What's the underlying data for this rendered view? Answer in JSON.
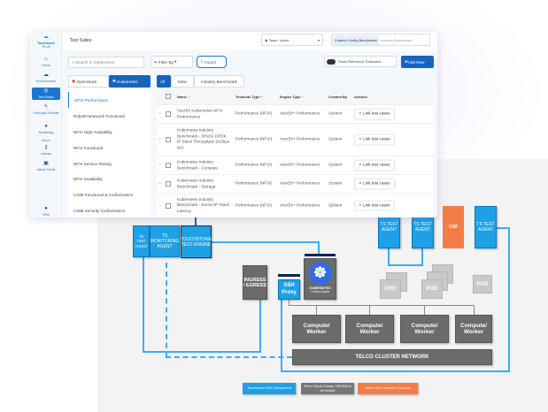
{
  "colors": {
    "touchstone": "#1ea0e6",
    "cluster": "#6b6b6b",
    "oran": "#f47c48",
    "accent": "#1976d2"
  },
  "app": {
    "logo": "Touchstone",
    "logo_sub": "TS-40",
    "page_title": "Test Suites"
  },
  "sidebar": {
    "items": [
      {
        "label": "Home",
        "icon": "home-icon"
      },
      {
        "label": "Environments",
        "icon": "cloud-icon"
      },
      {
        "label": "Test Suites",
        "icon": "test-suites-icon"
      },
      {
        "label": "Execution Results",
        "icon": "bolt-icon"
      },
      {
        "label": "Monitoring",
        "icon": "monitor-icon"
      },
      {
        "label": "License",
        "icon": "key-icon"
      },
      {
        "label": "Admin Portal",
        "icon": "calendar-icon"
      }
    ],
    "admin_label": "Admin",
    "help": "Help"
  },
  "header": {
    "team": "Team: Users",
    "toggle": [
      "Custom Config Benchmark",
      "Industry Benchmark"
    ]
  },
  "toolbar": {
    "search_placeholder": "Search in Kubernetes",
    "filter": "Filter By",
    "import": "Import",
    "show_ref": "Show Reference Testsuites",
    "add_new": "Add New"
  },
  "platform_tabs": [
    "OpenStack",
    "Kubernetes"
  ],
  "scope_tabs": [
    "All",
    "Mine",
    "Industry Benchmark"
  ],
  "categories": [
    "NFVI Performance",
    "RobotFramework Functional",
    "NFVI High Availability",
    "NFVI Functional",
    "NFVI Service Testing",
    "NFVI Scalability",
    "CISM Functional & Conformance",
    "CISM Security Conformance"
  ],
  "table": {
    "columns": [
      "Name",
      "Testsuite Type",
      "Engine Type",
      "Created By",
      "Actions"
    ],
    "rows": [
      {
        "name": "VoerEir Kubernetes NFVI Performance",
        "type": "Performance (NFVI)",
        "engine": "VoerEir+ Performance",
        "by": "System",
        "action": "Link test cases"
      },
      {
        "name": "Kubernetes Industry Benchmark - SRIOV DPDK IP Stack Throughput 10Gbps NIC",
        "type": "Performance (NFVI)",
        "engine": "VoerEir+ Performance",
        "by": "System",
        "action": "Link test cases"
      },
      {
        "name": "Kubernetes Industry Benchmark - Compute",
        "type": "Performance (NFVI)",
        "engine": "VoerEir+ Performance",
        "by": "System",
        "action": "Link test cases"
      },
      {
        "name": "Kubernetes Industry Benchmark - Storage",
        "type": "Performance (NFVI)",
        "engine": "VoerEir+ Performance",
        "by": "System",
        "action": "Link test cases"
      },
      {
        "name": "Kubernetes Industry Benchmark - Kernel IP Stack Latency",
        "type": "Performance (NFVI)",
        "engine": "VoerEir+ Performance",
        "by": "System",
        "action": "Link test cases"
      }
    ]
  },
  "diagram": {
    "ts_agent": "TS TEST AGENT",
    "monitoring": "TS MONITORING AGENT",
    "engine": "TOUCHSTONE TEST ENGINE",
    "ingress": "INGRESS / EGRESS",
    "ssh": "SSH Proxy",
    "k8s": "KUBERNETES",
    "k8s_sub": "Control plane",
    "cnf": "CNF",
    "pod": "POD",
    "compute": "Compute/ Worker",
    "network": "TELCO CLUSTER NETWORK",
    "legend": [
      "Touchstone SW Component",
      "Telco Cloud Cluster HW/SW to be tested",
      "Open RAN Network Function"
    ]
  }
}
